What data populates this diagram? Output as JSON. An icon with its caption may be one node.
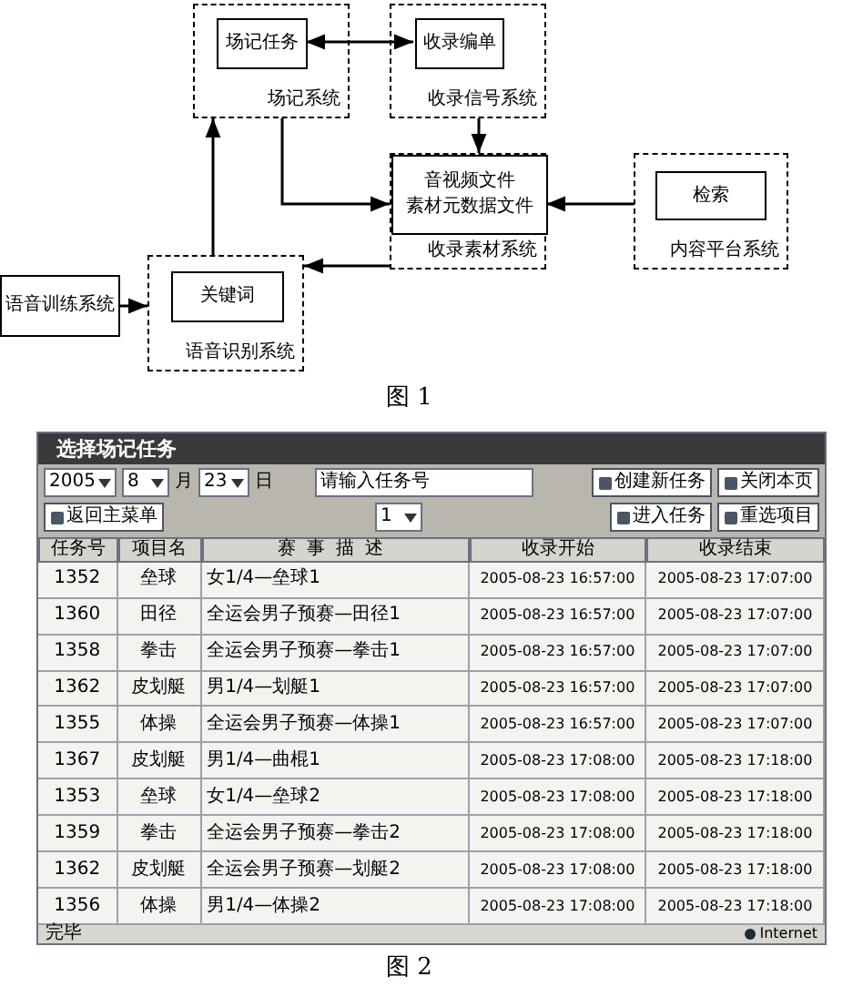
{
  "diagram": {
    "nodes": [
      {
        "text": [
          "场记系统"
        ]
      },
      {
        "text": [
          "场记任务"
        ],
        "in": 0
      },
      {
        "text": [
          "收录信号系统"
        ]
      },
      {
        "text": [
          "收录编单"
        ],
        "in": 2
      },
      {
        "text": [
          "收录素材系统"
        ]
      },
      {
        "text": [
          "音视频文件",
          "素材元数据文件"
        ],
        "in": 4
      },
      {
        "text": [
          "内容平台系统"
        ]
      },
      {
        "text": [
          "检索"
        ],
        "in": 6
      },
      {
        "text": [
          "语音识别系统"
        ]
      },
      {
        "text": [
          "关键词"
        ],
        "in": 8
      },
      {
        "text": [
          "语音训练系统"
        ]
      }
    ],
    "edges": [
      {
        "from": 1,
        "to": 3,
        "arrow": "both"
      },
      {
        "from": 2,
        "to": 4,
        "arrow": "to"
      },
      {
        "from": 0,
        "to": 5,
        "arrow": "to"
      },
      {
        "from": 6,
        "to": 5,
        "arrow": "to"
      },
      {
        "from": 4,
        "to": 8,
        "arrow": "to"
      },
      {
        "from": 8,
        "to": 0,
        "arrow": "to"
      },
      {
        "from": 10,
        "to": 8,
        "arrow": "to"
      }
    ],
    "labels": [
      "图 1",
      "选择场记任务",
      "2005",
      "8",
      "月",
      "23",
      "日",
      "请输入任务号",
      "创建新任务",
      "关闭本页",
      "返回主菜单",
      "1",
      "进入任务",
      "重选项目",
      "任务号",
      "项目名",
      "赛事描述",
      "收录开始",
      "收录结束",
      "1352",
      "垒球",
      "女1/4—垒球1",
      "2005-08-23 16:57:00",
      "2005-08-23 17:07:00",
      "1360",
      "田径",
      "全运会男子预赛—田径1",
      "2005-08-23 16:57:00",
      "2005-08-23 17:07:00",
      "1358",
      "拳击",
      "全运会男子预赛—拳击1",
      "2005-08-23 16:57:00",
      "2005-08-23 17:07:00",
      "1362",
      "皮划艇",
      "男1/4—划艇1",
      "2005-08-23 16:57:00",
      "2005-08-23 17:07:00",
      "1355",
      "体操",
      "全运会男子预赛—体操1",
      "2005-08-23 16:57:00",
      "2005-08-23 17:07:00",
      "1367",
      "皮划艇",
      "男1/4—曲棍1",
      "2005-08-23 17:08:00",
      "2005-08-23 17:18:00",
      "1353",
      "垒球",
      "女1/4—垒球2",
      "2005-08-23 17:08:00",
      "2005-08-23 17:18:00",
      "1359",
      "拳击",
      "全运会男子预赛—拳击2",
      "2005-08-23 17:08:00",
      "2005-08-23 17:18:00",
      "1362",
      "皮划艇",
      "全运会男子预赛—划艇2",
      "2005-08-23 17:08:00",
      "2005-08-23 17:18:00",
      "1356",
      "体操",
      "男1/4—体操2",
      "2005-08-23 17:08:00",
      "2005-08-23 17:18:00",
      "完毕",
      "Internet",
      "图 2"
    ]
  }
}
